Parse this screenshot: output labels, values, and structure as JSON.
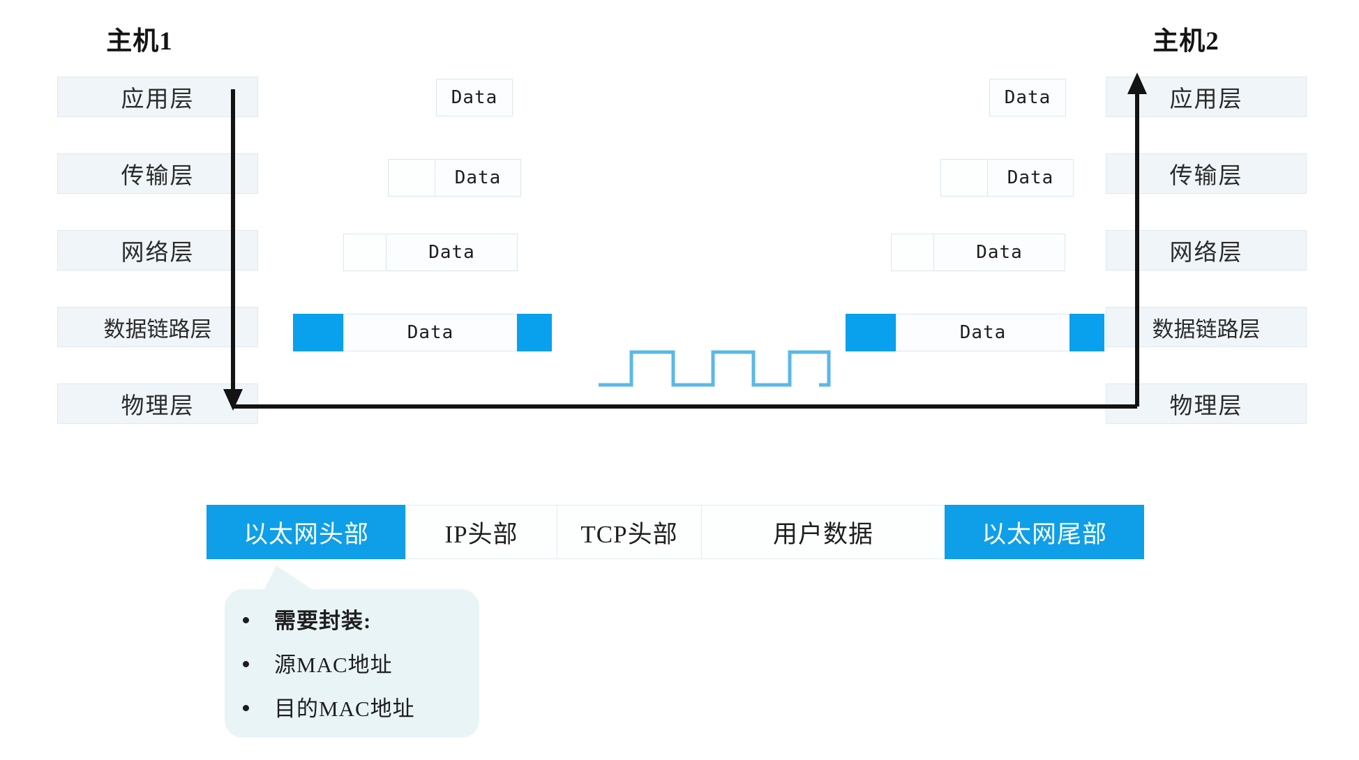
{
  "hosts": {
    "left": {
      "title": "主机1"
    },
    "right": {
      "title": "主机2"
    }
  },
  "layers": [
    {
      "name": "应用层",
      "key": "application"
    },
    {
      "name": "传输层",
      "key": "transport"
    },
    {
      "name": "网络层",
      "key": "network"
    },
    {
      "name": "数据链路层",
      "key": "datalink"
    },
    {
      "name": "物理层",
      "key": "physical"
    }
  ],
  "pdu_label": "Data",
  "left_pdus": [
    {
      "layer": "应用层",
      "segments": [
        {
          "type": "data",
          "label": "Data"
        }
      ]
    },
    {
      "layer": "传输层",
      "segments": [
        {
          "type": "header",
          "label": ""
        },
        {
          "type": "data",
          "label": "Data"
        }
      ]
    },
    {
      "layer": "网络层",
      "segments": [
        {
          "type": "header",
          "label": ""
        },
        {
          "type": "data",
          "label": "Data"
        }
      ]
    },
    {
      "layer": "数据链路层",
      "segments": [
        {
          "type": "accent",
          "label": ""
        },
        {
          "type": "data",
          "label": "Data"
        },
        {
          "type": "accent",
          "label": ""
        }
      ]
    }
  ],
  "right_pdus": [
    {
      "layer": "应用层",
      "segments": [
        {
          "type": "data",
          "label": "Data"
        }
      ]
    },
    {
      "layer": "传输层",
      "segments": [
        {
          "type": "header",
          "label": ""
        },
        {
          "type": "data",
          "label": "Data"
        }
      ]
    },
    {
      "layer": "网络层",
      "segments": [
        {
          "type": "header",
          "label": ""
        },
        {
          "type": "data",
          "label": "Data"
        }
      ]
    },
    {
      "layer": "数据链路层",
      "segments": [
        {
          "type": "accent",
          "label": ""
        },
        {
          "type": "data",
          "label": "Data"
        },
        {
          "type": "accent",
          "label": ""
        }
      ]
    }
  ],
  "signal": {
    "name": "square-wave",
    "pulses": 3
  },
  "frame_bar": [
    {
      "label": "以太网头部",
      "accent": true
    },
    {
      "label": "IP头部",
      "accent": false
    },
    {
      "label": "TCP头部",
      "accent": false
    },
    {
      "label": "用户数据",
      "accent": false
    },
    {
      "label": "以太网尾部",
      "accent": true
    }
  ],
  "callout": {
    "items": [
      {
        "text": "需要封装:",
        "bold": true
      },
      {
        "text": "源MAC地址",
        "bold": false
      },
      {
        "text": "目的MAC地址",
        "bold": false
      }
    ]
  },
  "colors": {
    "accent_blue": "#0e9fe8",
    "block_blue": "#09a0ed",
    "signal_blue": "#5bb8e8",
    "layer_fill": "#eff5f8",
    "layer_border": "#dfe9ef",
    "callout_fill": "#e9f4f7",
    "arrow": "#131313"
  }
}
